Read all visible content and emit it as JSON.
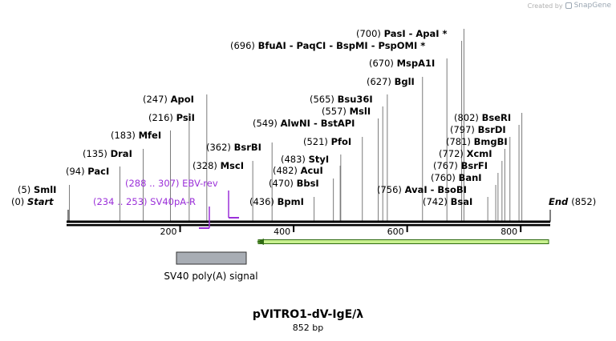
{
  "credit": {
    "text": "Created by",
    "brand": "SnapGene"
  },
  "plasmid": {
    "name": "pVITRO1-dV-IgE/λ",
    "length_label": "852 bp"
  },
  "ends": {
    "start_pos": "(0)",
    "start_label": "Start",
    "end_label": "End",
    "end_pos": "(852)"
  },
  "ticks": [
    "200",
    "400",
    "600",
    "800"
  ],
  "sites": [
    {
      "pos": "(5)",
      "name": "SmlI"
    },
    {
      "pos": "(94)",
      "name": "PacI"
    },
    {
      "pos": "(135)",
      "name": "DraI"
    },
    {
      "pos": "(183)",
      "name": "MfeI"
    },
    {
      "pos": "(216)",
      "name": "PsiI"
    },
    {
      "pos": "(247)",
      "name": "ApoI"
    },
    {
      "pos": "(328)",
      "name": "MscI"
    },
    {
      "pos": "(362)",
      "name": "BsrBI"
    },
    {
      "pos": "(436)",
      "name": "BpmI"
    },
    {
      "pos": "(470)",
      "name": "BbsI"
    },
    {
      "pos": "(482)",
      "name": "AcuI"
    },
    {
      "pos": "(483)",
      "name": "StyI"
    },
    {
      "pos": "(521)",
      "name": "PfoI"
    },
    {
      "pos": "(549)",
      "name": "AlwNI  - BstAPI"
    },
    {
      "pos": "(557)",
      "name": "MslI"
    },
    {
      "pos": "(565)",
      "name": "Bsu36I"
    },
    {
      "pos": "(627)",
      "name": "BglI"
    },
    {
      "pos": "(670)",
      "name": "MspA1I"
    },
    {
      "pos": "(696)",
      "name": "BfuAI  - PaqCI  - BspMI  - PspOMI *"
    },
    {
      "pos": "(700)",
      "name": "PasI  - ApaI *"
    },
    {
      "pos": "(742)",
      "name": "BsaI"
    },
    {
      "pos": "(756)",
      "name": "AvaI  - BsoBI"
    },
    {
      "pos": "(760)",
      "name": "BanI"
    },
    {
      "pos": "(767)",
      "name": "BsrFI"
    },
    {
      "pos": "(772)",
      "name": "XcmI"
    },
    {
      "pos": "(781)",
      "name": "BmgBI"
    },
    {
      "pos": "(797)",
      "name": "BsrDI"
    },
    {
      "pos": "(802)",
      "name": "BseRI"
    }
  ],
  "primers": [
    {
      "range": "(288 .. 307)",
      "name": "EBV-rev"
    },
    {
      "range": "(234 .. 253)",
      "name": "SV40pA-R"
    }
  ],
  "features": [
    {
      "name": "SV40 poly(A) signal"
    }
  ],
  "colors": {
    "primer": "#9b30d9",
    "arrow_fill": "#c8f08f",
    "feature": "#a8adb4",
    "line": "#000000"
  }
}
